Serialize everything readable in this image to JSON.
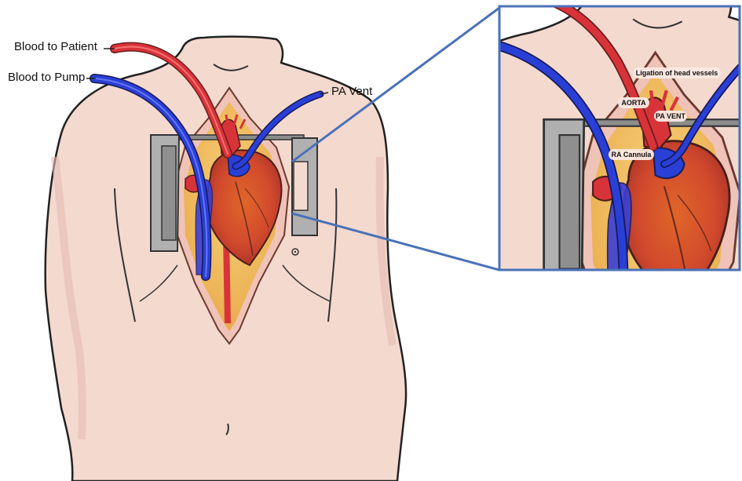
{
  "labels": {
    "blood_to_patient": "Blood to Patient",
    "blood_to_pump": "Blood to Pump",
    "pa_vent": "PA Vent"
  },
  "inset_labels": {
    "ligation": "Ligation of head vessels",
    "aorta": "AORTA",
    "pa_vent": "PA VENT",
    "ra_cannula": "RA Cannula"
  },
  "colors": {
    "skin": "#f4d9cf",
    "skin_shadow": "#e9c3b6",
    "arterial": "#d9333a",
    "venous": "#2a3fd6",
    "heart": "#d9552c",
    "field": "#f3c25a",
    "retractor": "#a9a9a9",
    "inset_border": "#4a72b8"
  }
}
